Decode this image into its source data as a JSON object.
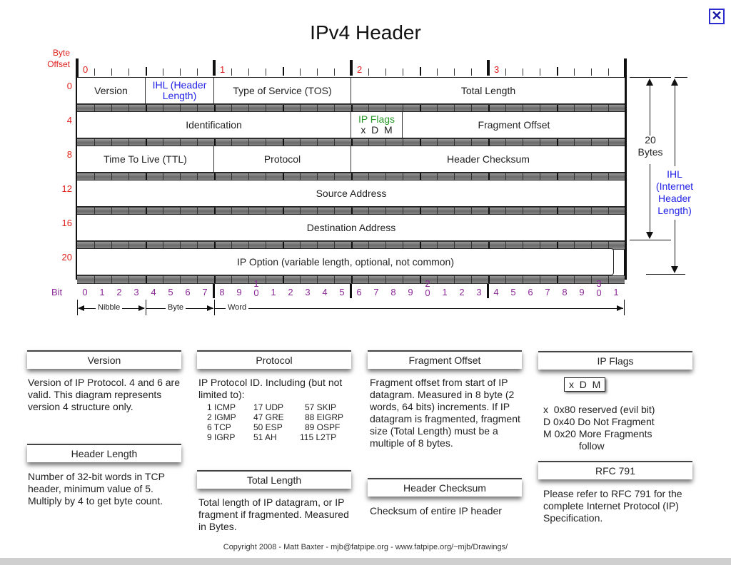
{
  "window": {
    "close_icon": "✕"
  },
  "diagram": {
    "title": "IPv4 Header",
    "byte_offset_label": "Byte Offset",
    "byte_numbers": [
      "0",
      "1",
      "2",
      "3"
    ],
    "row_offsets": [
      "0",
      "4",
      "8",
      "12",
      "16",
      "20"
    ],
    "rows": [
      [
        {
          "label": "Version",
          "span": 4,
          "color": "default"
        },
        {
          "label": "IHL (Header Length)",
          "span": 4,
          "color": "blue"
        },
        {
          "label": "Type of Service (TOS)",
          "span": 8,
          "color": "default"
        },
        {
          "label": "Total Length",
          "span": 16,
          "color": "default"
        }
      ],
      [
        {
          "label": "Identification",
          "span": 16,
          "color": "default"
        },
        {
          "label": "IP Flags",
          "sub": "x  D  M",
          "span": 3,
          "color": "green"
        },
        {
          "label": "Fragment Offset",
          "span": 13,
          "color": "default"
        }
      ],
      [
        {
          "label": "Time To Live (TTL)",
          "span": 8,
          "color": "default"
        },
        {
          "label": "Protocol",
          "span": 8,
          "color": "default"
        },
        {
          "label": "Header Checksum",
          "span": 16,
          "color": "default"
        }
      ],
      [
        {
          "label": "Source Address",
          "span": 32,
          "color": "default"
        }
      ],
      [
        {
          "label": "Destination Address",
          "span": 32,
          "color": "default"
        }
      ],
      [
        {
          "label": "IP Option (variable length, optional, not common)",
          "span": 32,
          "color": "default"
        }
      ]
    ],
    "bit_label": "Bit",
    "bit_numbers": [
      "0",
      "1",
      "2",
      "3",
      "4",
      "5",
      "6",
      "7",
      "8",
      "9",
      "1|0",
      "1",
      "2",
      "3",
      "4",
      "5",
      "6",
      "7",
      "8",
      "9",
      "2|0",
      "1",
      "2",
      "3",
      "4",
      "5",
      "6",
      "7",
      "8",
      "9",
      "3|0",
      "1"
    ],
    "units": {
      "nibble": "Nibble",
      "byte": "Byte",
      "word": "Word"
    },
    "side_annotations": {
      "twenty_bytes": "20\nBytes",
      "ihl": "IHL\n(Internet\nHeader\nLength)"
    }
  },
  "legend": {
    "version": {
      "header": "Version",
      "text": "Version of IP Protocol.  4 and 6 are valid.  This diagram represents version 4 structure only."
    },
    "header_length": {
      "header": "Header Length",
      "text": "Number of 32-bit words in TCP header, minimum value of 5.  Multiply by 4 to get byte count."
    },
    "protocol": {
      "header": "Protocol",
      "text": "IP Protocol ID.  Including (but not limited to):",
      "columns": [
        [
          "1 ICMP",
          "2 IGMP",
          "6 TCP",
          "9 IGRP"
        ],
        [
          "17 UDP",
          "47 GRE",
          "50 ESP",
          "51 AH"
        ],
        [
          "57 SKIP",
          "88 EIGRP",
          "89 OSPF",
          "115 L2TP"
        ]
      ]
    },
    "total_length": {
      "header": "Total Length",
      "text": "Total length of IP datagram, or IP fragment if fragmented. Measured in Bytes."
    },
    "fragment_offset": {
      "header": "Fragment Offset",
      "text": "Fragment offset from start of IP datagram.  Measured in 8 byte (2 words, 64 bits) increments.  If IP datagram is fragmented, fragment size (Total Length) must be a multiple of 8 bytes."
    },
    "header_checksum": {
      "header": "Header Checksum",
      "text": "Checksum of entire IP header"
    },
    "ip_flags": {
      "header": "IP Flags",
      "box": "x  D  M",
      "items": [
        {
          "key": "x",
          "code": "0x80",
          "desc": "reserved (evil bit)"
        },
        {
          "key": "D",
          "code": "0x40",
          "desc": "Do Not Fragment"
        },
        {
          "key": "M",
          "code": "0x20",
          "desc": "More Fragments follow"
        }
      ]
    },
    "rfc": {
      "header": "RFC 791",
      "text": "Please refer to RFC 791 for the complete Internet Protocol (IP) Specification."
    }
  },
  "footer": {
    "copyright": "Copyright 2008 - Matt Baxter - mjb@fatpipe.org - www.fatpipe.org/~mjb/Drawings/"
  },
  "colors": {
    "offset_red": "#e0201c",
    "ihl_blue": "#2323e6",
    "flags_green": "#2a9a2a",
    "bit_purple": "#8a2896"
  }
}
